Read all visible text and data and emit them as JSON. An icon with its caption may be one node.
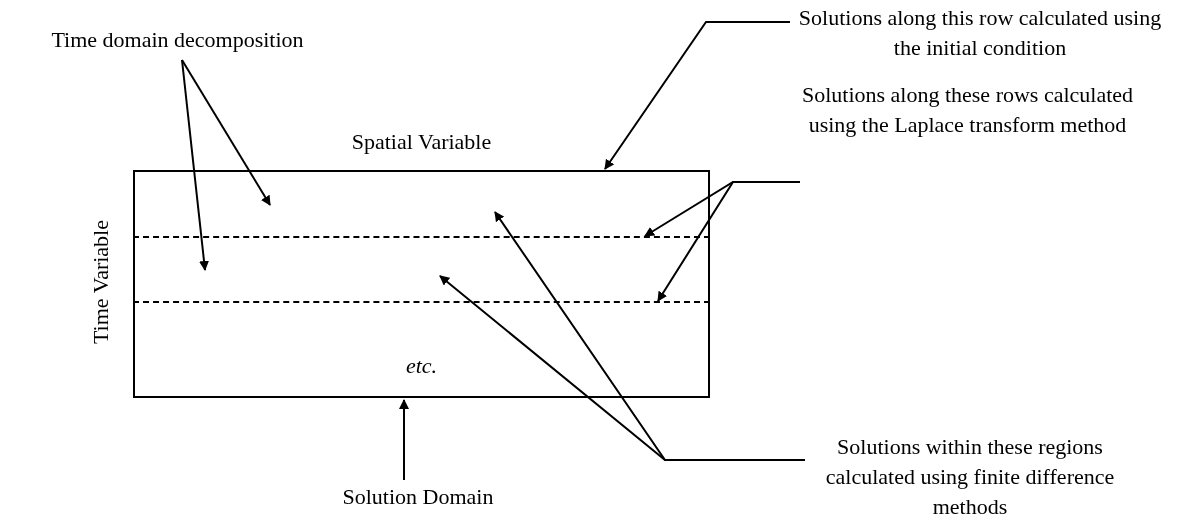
{
  "diagram": {
    "nodes": [
      {
        "text": [
          "Spatial Variable",
          "Time Variable",
          "etc."
        ]
      },
      {
        "text": [],
        "shape": "line",
        "in": 0
      },
      {
        "text": [],
        "shape": "line",
        "in": 0
      },
      {
        "text": [
          "Time domain decomposition"
        ]
      },
      {
        "text": [
          "Solutions along this row calculated using the initial condition"
        ]
      },
      {
        "text": [
          "Solutions along these rows calculated using the Laplace transform method"
        ]
      },
      {
        "text": [
          "Solutions within these regions calculated using finite difference methods"
        ]
      },
      {
        "text": [
          "Solution Domain"
        ]
      }
    ],
    "edges": [
      {
        "from": 3,
        "to": 0,
        "arrow": "to"
      },
      {
        "from": 3,
        "to": 0,
        "arrow": "to"
      },
      {
        "from": 4,
        "to": 0,
        "arrow": "to"
      },
      {
        "from": 5,
        "to": 1,
        "arrow": "to"
      },
      {
        "from": 5,
        "to": 2,
        "arrow": "to"
      },
      {
        "from": 6,
        "to": 0,
        "arrow": "to"
      },
      {
        "from": 6,
        "to": 0,
        "arrow": "to"
      },
      {
        "from": 7,
        "to": 0,
        "arrow": "to"
      }
    ]
  }
}
